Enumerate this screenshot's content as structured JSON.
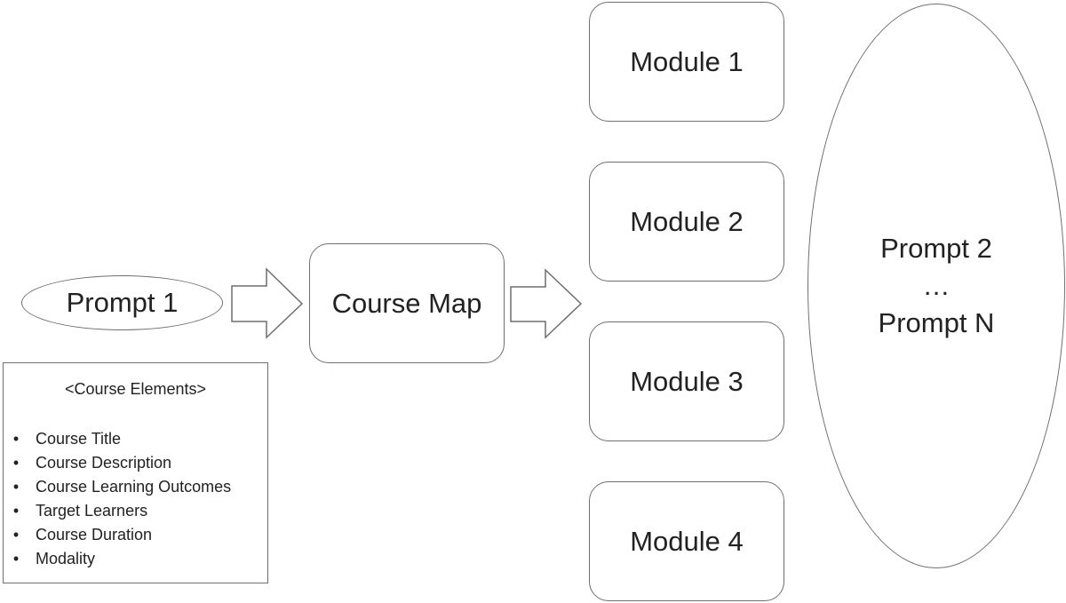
{
  "prompt_1": "Prompt 1",
  "course_map": "Course Map",
  "modules": [
    "Module 1",
    "Module 2",
    "Module 3",
    "Module 4"
  ],
  "later_prompts": {
    "first": "Prompt 2",
    "ellipsis": "…",
    "last": "Prompt N"
  },
  "course_elements": {
    "title": "<Course Elements>",
    "bullet": "•",
    "items": [
      "Course Title",
      "Course Description",
      "Course Learning Outcomes",
      "Target Learners",
      "Course Duration",
      "Modality"
    ]
  },
  "colors": {
    "stroke": "#6f6f6f",
    "text": "#222222",
    "background": "#ffffff"
  }
}
